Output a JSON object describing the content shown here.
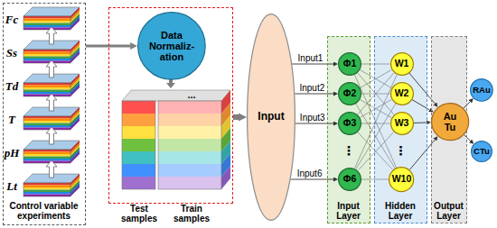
{
  "diagram": {
    "nodes": [
      {
        "text": [
          "Control variable experiments"
        ]
      },
      {
        "text": [
          "Test samples",
          "Train samples"
        ]
      },
      {
        "text": [
          "Data Normaliz- ation"
        ],
        "in": 1
      },
      {
        "text": [
          "Input"
        ]
      },
      {
        "text": [
          "Input Layer"
        ]
      },
      {
        "text": [
          "Φ1"
        ],
        "in": 4
      },
      {
        "text": [
          "Φ2"
        ],
        "in": 4
      },
      {
        "text": [
          "Φ3"
        ],
        "in": 4
      },
      {
        "text": [
          "Φ6"
        ],
        "in": 4
      },
      {
        "text": [
          "Hidden Layer"
        ]
      },
      {
        "text": [
          "W1"
        ],
        "in": 9
      },
      {
        "text": [
          "W2"
        ],
        "in": 9
      },
      {
        "text": [
          "W3"
        ],
        "in": 9
      },
      {
        "text": [
          "W10"
        ],
        "in": 9
      },
      {
        "text": [
          "Output Layer"
        ]
      },
      {
        "text": [
          "Au Tu"
        ],
        "in": 14
      },
      {
        "text": [
          "RAu"
        ]
      },
      {
        "text": [
          "CTu"
        ]
      }
    ],
    "edges": [
      {
        "from": 0,
        "to": 2,
        "arrow": "to"
      },
      {
        "from": 1,
        "to": 3,
        "arrow": "to"
      },
      {
        "from": 3,
        "to": 5,
        "arrow": "to",
        "label": "Input1"
      },
      {
        "from": 3,
        "to": 6,
        "arrow": "to",
        "label": "Input2"
      },
      {
        "from": 3,
        "to": 7,
        "arrow": "to",
        "label": "Input3"
      },
      {
        "from": 3,
        "to": 8,
        "arrow": "to",
        "label": "Input6"
      },
      {
        "from": 5,
        "to": 10,
        "arrow": "none"
      },
      {
        "from": 5,
        "to": 11,
        "arrow": "none"
      },
      {
        "from": 5,
        "to": 12,
        "arrow": "none"
      },
      {
        "from": 5,
        "to": 13,
        "arrow": "none"
      },
      {
        "from": 6,
        "to": 10,
        "arrow": "none"
      },
      {
        "from": 6,
        "to": 11,
        "arrow": "none"
      },
      {
        "from": 6,
        "to": 12,
        "arrow": "none"
      },
      {
        "from": 6,
        "to": 13,
        "arrow": "none"
      },
      {
        "from": 7,
        "to": 10,
        "arrow": "none"
      },
      {
        "from": 7,
        "to": 11,
        "arrow": "none"
      },
      {
        "from": 7,
        "to": 12,
        "arrow": "none"
      },
      {
        "from": 7,
        "to": 13,
        "arrow": "none"
      },
      {
        "from": 8,
        "to": 10,
        "arrow": "none"
      },
      {
        "from": 8,
        "to": 11,
        "arrow": "none"
      },
      {
        "from": 8,
        "to": 12,
        "arrow": "none"
      },
      {
        "from": 8,
        "to": 13,
        "arrow": "none"
      },
      {
        "from": 10,
        "to": 15,
        "arrow": "to"
      },
      {
        "from": 11,
        "to": 15,
        "arrow": "to"
      },
      {
        "from": 12,
        "to": 15,
        "arrow": "to"
      },
      {
        "from": 13,
        "to": 15,
        "arrow": "to"
      },
      {
        "from": 15,
        "to": 16,
        "arrow": "to"
      },
      {
        "from": 15,
        "to": 17,
        "arrow": "to"
      }
    ],
    "labels": [
      "Fc",
      "Ss",
      "Td",
      "T",
      "pH",
      "Lt",
      "...",
      "⋮",
      "⋮"
    ]
  }
}
